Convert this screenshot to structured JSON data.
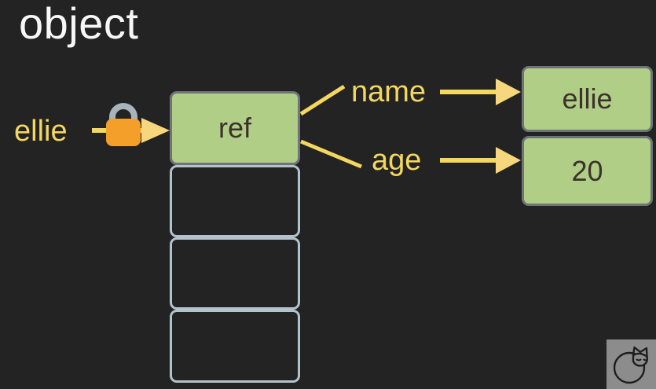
{
  "diagram": {
    "title": "object",
    "background_color": "#232323",
    "accent_yellow": "#f3d75f",
    "box_green": "#b0ce86",
    "box_border_gray": "#6e7478",
    "empty_border": "#b4c2cc",
    "lock_orange": "#f59f2b",
    "lock_shackle": "#a8b4bc",
    "text_dark": "#3b322c",
    "title_color": "#f7f7f7"
  },
  "stack": {
    "variable_label": "ellie",
    "pointer_icon": "lock-icon",
    "arrow_icon": "arrow-right-icon",
    "cells": [
      {
        "value": "ref",
        "filled": true
      },
      {
        "value": "",
        "filled": false
      },
      {
        "value": "",
        "filled": false
      },
      {
        "value": "",
        "filled": false
      }
    ]
  },
  "heap": {
    "properties": [
      {
        "key": "name",
        "value": "ellie"
      },
      {
        "key": "age",
        "value": "20"
      }
    ]
  },
  "watermark": {
    "icon": "sleeping-cat-icon"
  }
}
